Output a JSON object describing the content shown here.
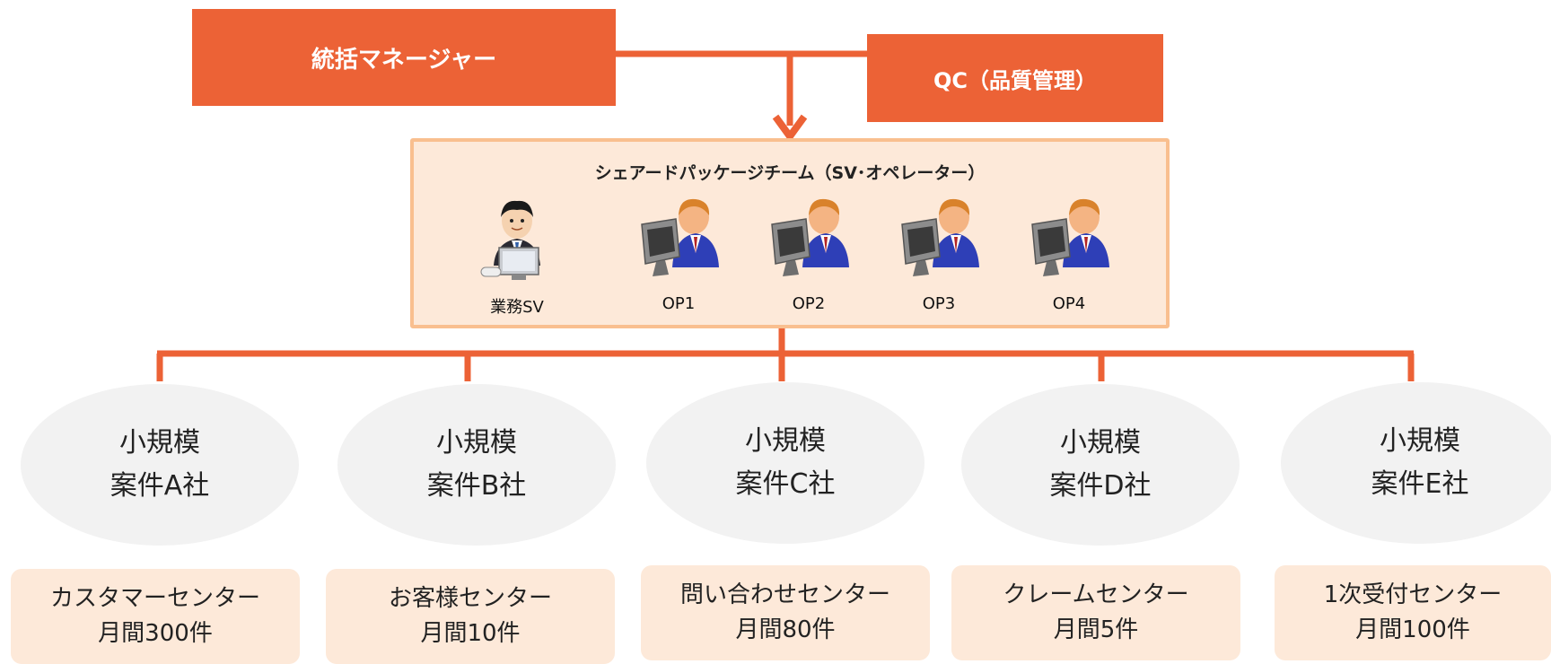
{
  "header": {
    "manager_label": "統括マネージャー",
    "qc_label": "QC（品質管理）"
  },
  "team": {
    "title": "シェアードパッケージチーム（SV･オペレーター）",
    "members": [
      {
        "label": "業務SV",
        "icon": "supervisor-at-desk-icon"
      },
      {
        "label": "OP1",
        "icon": "operator-at-monitor-icon"
      },
      {
        "label": "OP2",
        "icon": "operator-at-monitor-icon"
      },
      {
        "label": "OP3",
        "icon": "operator-at-monitor-icon"
      },
      {
        "label": "OP4",
        "icon": "operator-at-monitor-icon"
      }
    ]
  },
  "clients": [
    {
      "line1": "小規模",
      "line2": "案件A社",
      "center_name": "カスタマーセンター",
      "volume_prefix": "月間",
      "volume_value": "300",
      "volume_suffix": "件"
    },
    {
      "line1": "小規模",
      "line2": "案件B社",
      "center_name": "お客様センター",
      "volume_prefix": "月間",
      "volume_value": "10",
      "volume_suffix": "件"
    },
    {
      "line1": "小規模",
      "line2": "案件C社",
      "center_name": "問い合わせセンター",
      "volume_prefix": "月間",
      "volume_value": "80",
      "volume_suffix": "件"
    },
    {
      "line1": "小規模",
      "line2": "案件D社",
      "center_name": "クレームセンター",
      "volume_prefix": "月間",
      "volume_value": "5",
      "volume_suffix": "件"
    },
    {
      "line1": "小規模",
      "line2": "案件E社",
      "center_name": "1次受付センター",
      "volume_prefix": "月間",
      "volume_value": "100",
      "volume_suffix": "件"
    }
  ],
  "colors": {
    "accent": "#EC6236",
    "team_fill": "#FDE9D9",
    "team_border": "#F9BF8F",
    "ellipse_fill": "#F2F2F2"
  }
}
